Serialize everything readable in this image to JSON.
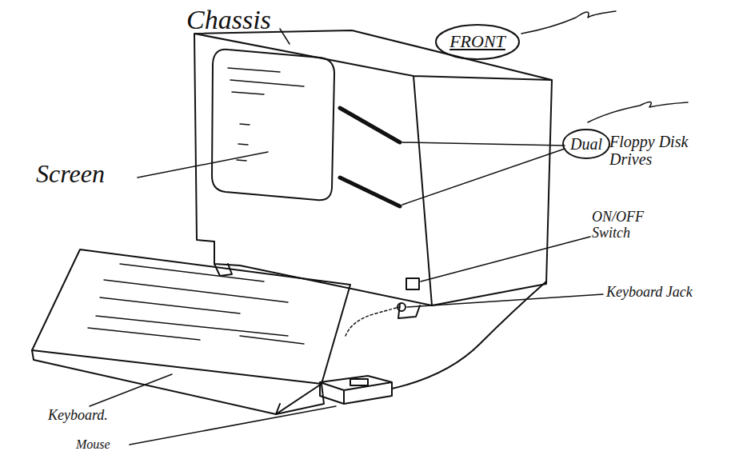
{
  "diagram": {
    "nodes": [
      {
        "text": [
          "FRONT"
        ]
      },
      {
        "text": [
          "Dual"
        ]
      }
    ],
    "labels": [
      "Chassis",
      "Screen",
      "Floppy Disk Drives",
      "ON/OFF Switch",
      "Keyboard Jack",
      "Keyboard.",
      "Mouse"
    ]
  }
}
